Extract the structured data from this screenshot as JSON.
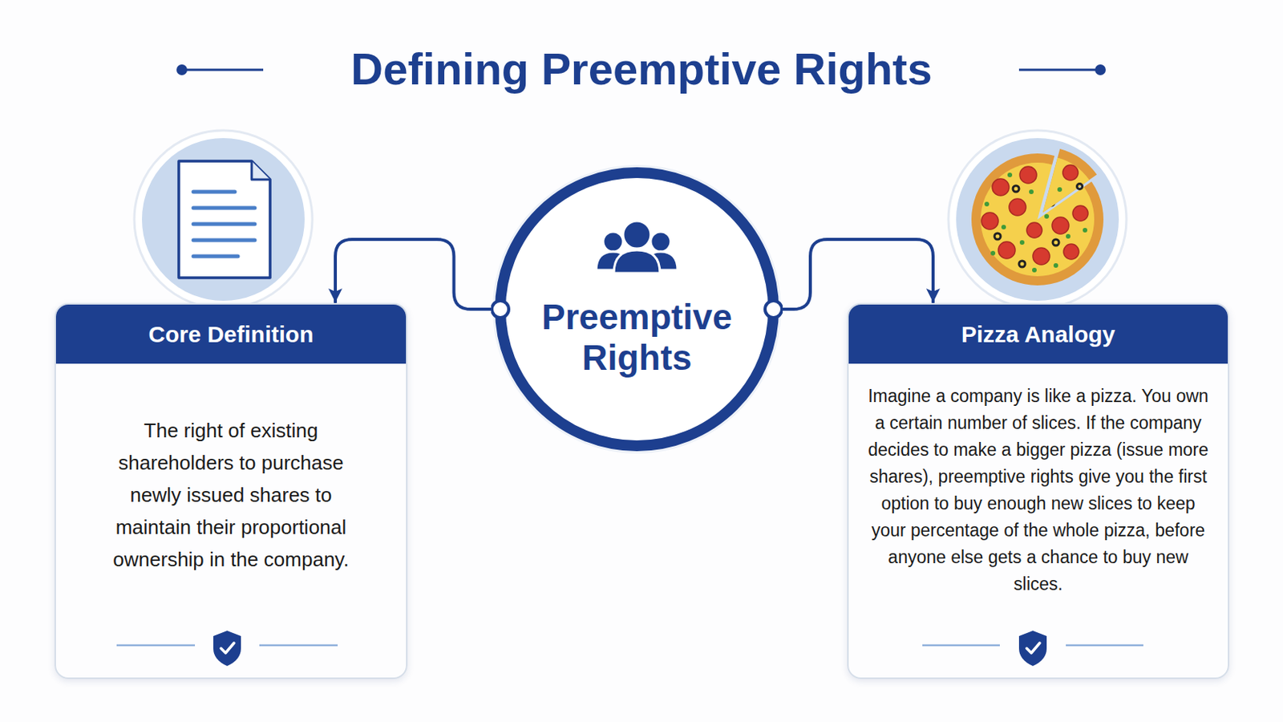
{
  "diagram": {
    "title": "Defining Preemptive Rights",
    "nodes": [
      {
        "text": [
          "Core Definition",
          "The right of existing shareholders to purchase newly issued shares to maintain their proportional ownership in the company."
        ]
      },
      {
        "text": [
          "Preemptive Rights"
        ]
      },
      {
        "text": [
          "Pizza Analogy",
          "Imagine a company is like a pizza. You own a certain number of slices. If the company decides to make a bigger pizza (issue more shares), preemptive rights give you the first option to buy enough new slices to keep your percentage of the whole pizza, before anyone else gets a chance to buy new slices."
        ]
      }
    ],
    "edges": [
      {
        "from": 1,
        "to": 0,
        "arrow": "to"
      },
      {
        "from": 1,
        "to": 2,
        "arrow": "to"
      }
    ]
  }
}
